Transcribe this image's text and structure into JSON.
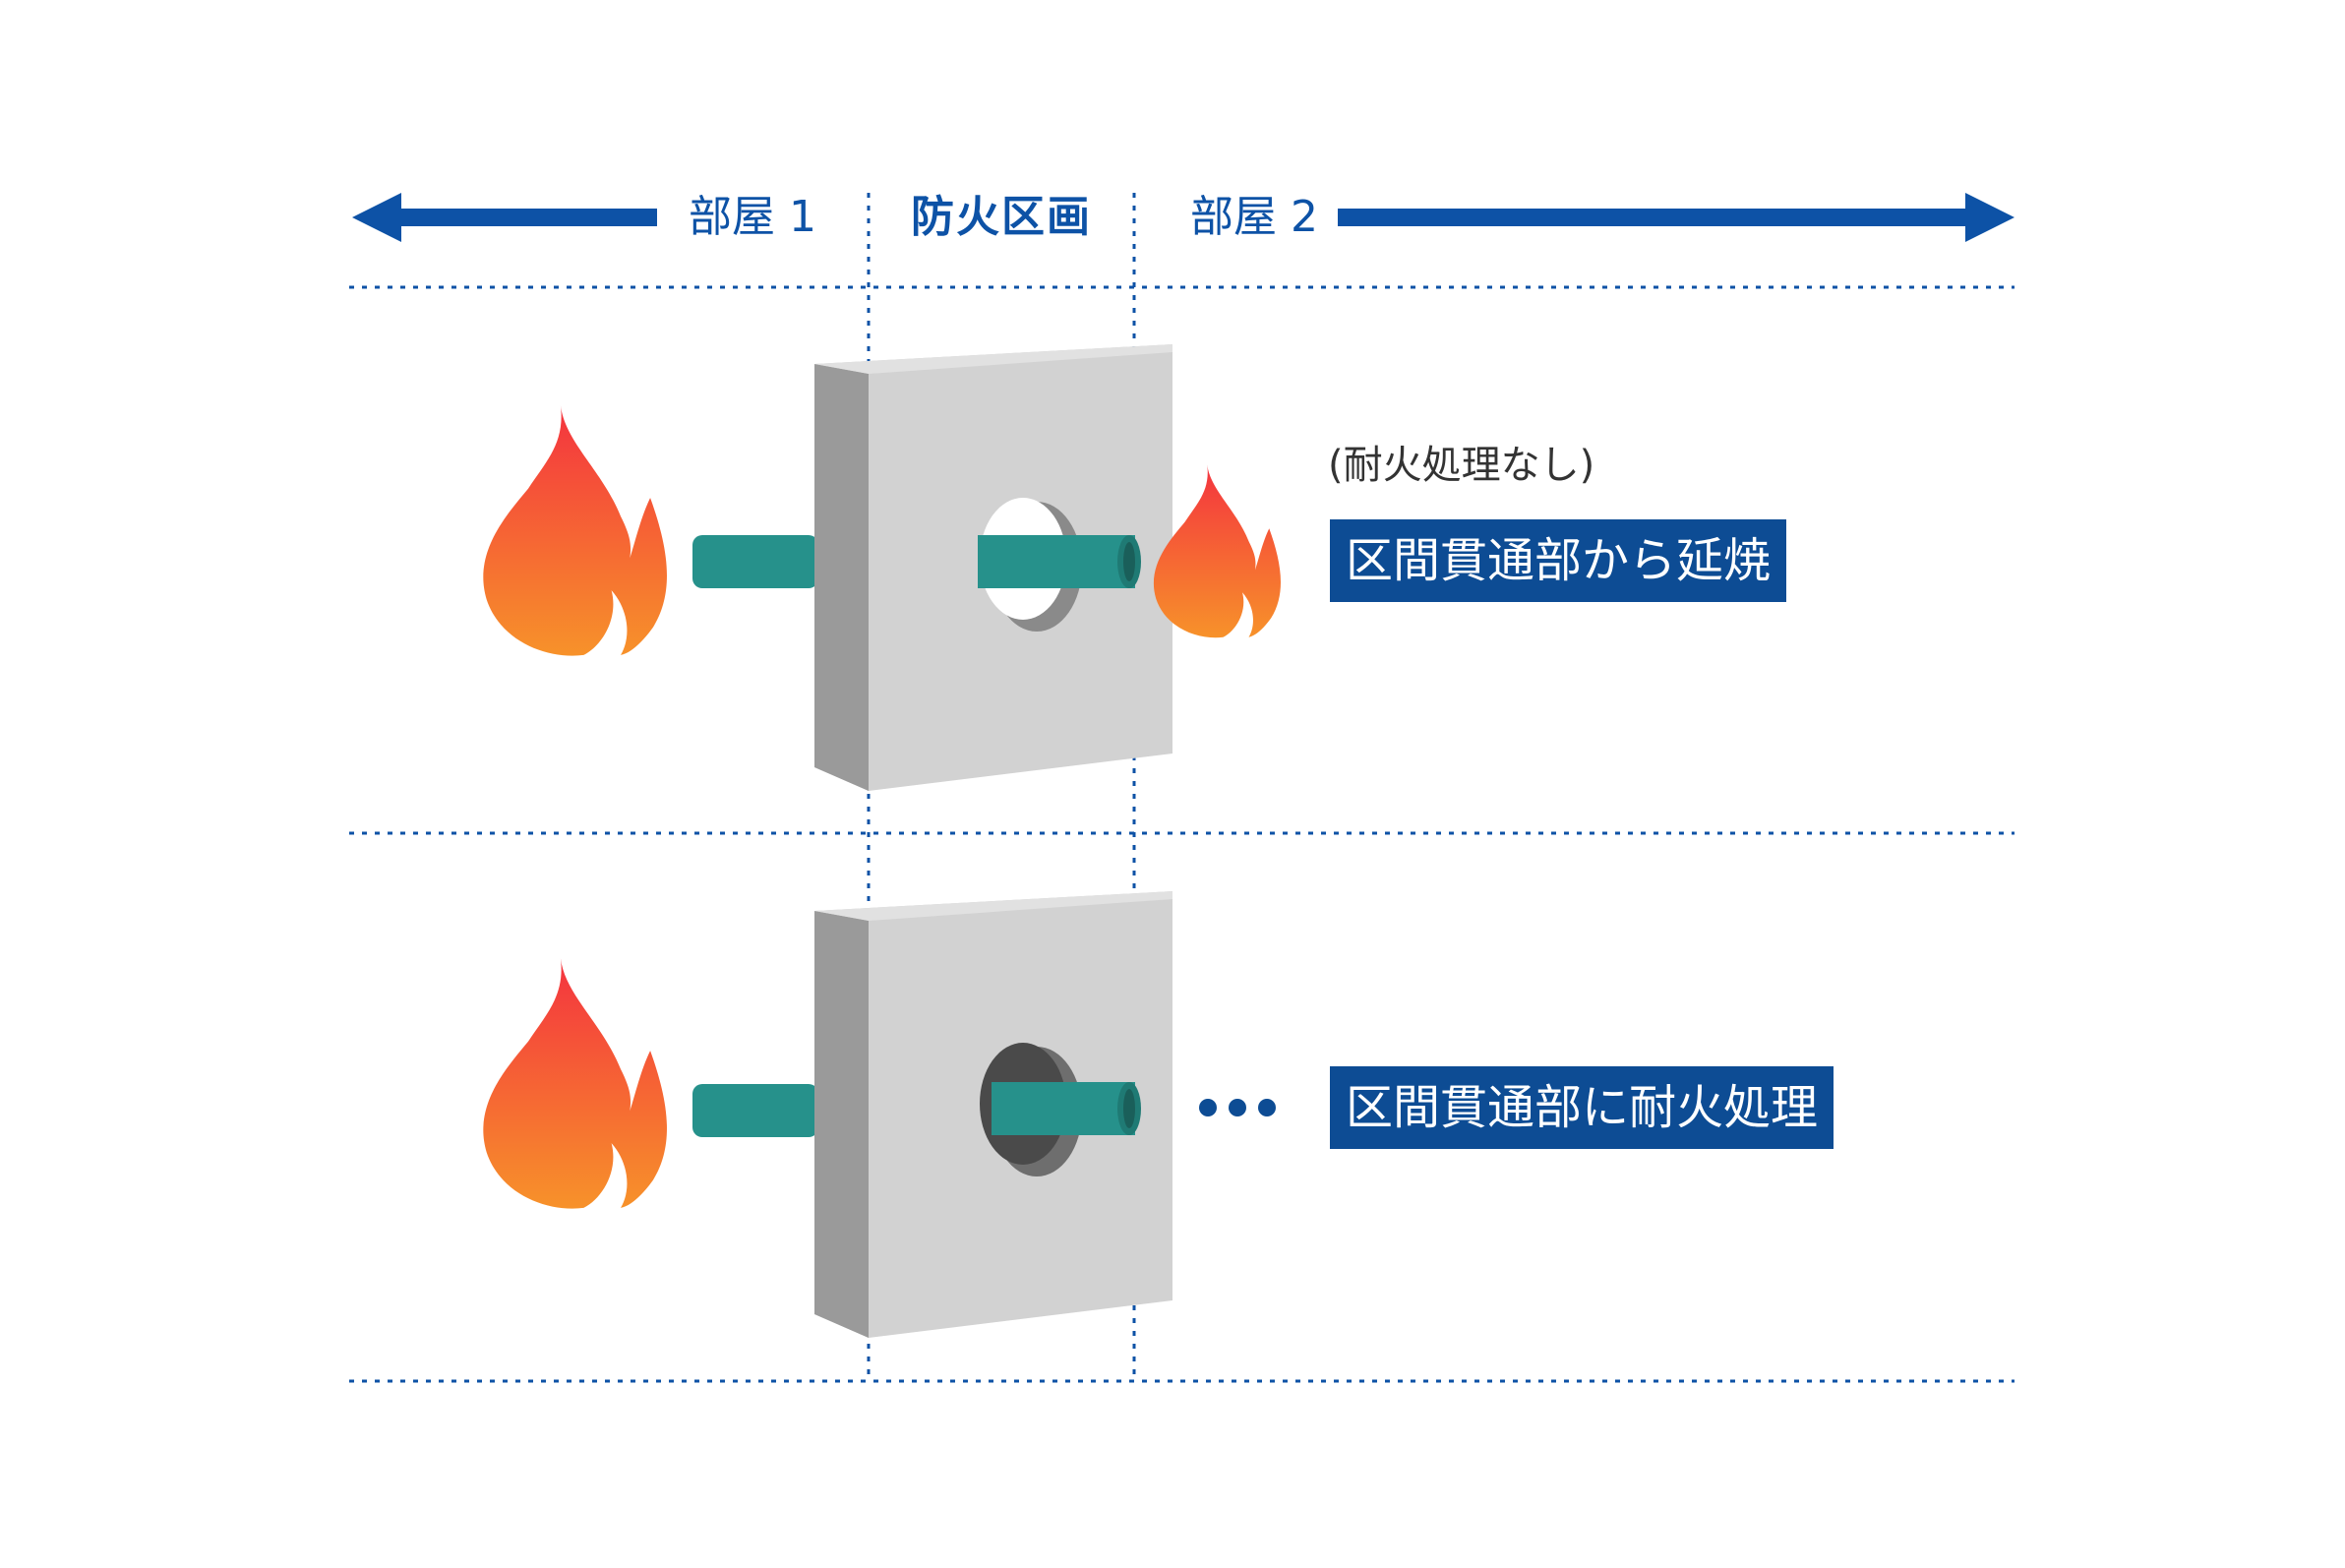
{
  "header": {
    "room1": "部屋 1",
    "zone": "防火区画",
    "room2": "部屋 2"
  },
  "rows": [
    {
      "note": "(耐火処理なし)",
      "label": "区間貫通部から延焼"
    },
    {
      "label": "区間貫通部に耐火処理"
    }
  ],
  "colors": {
    "accent": "#0d52a6",
    "label_bg": "#0d4c94",
    "pipe": "#26918b",
    "wall_face": "#d2d2d2",
    "wall_side": "#9a9a9a",
    "flame_top": "#f4333f",
    "flame_bottom": "#f7922a"
  },
  "icons": [
    "arrow-left-icon",
    "arrow-right-icon",
    "flame-icon",
    "ellipsis-icon"
  ]
}
